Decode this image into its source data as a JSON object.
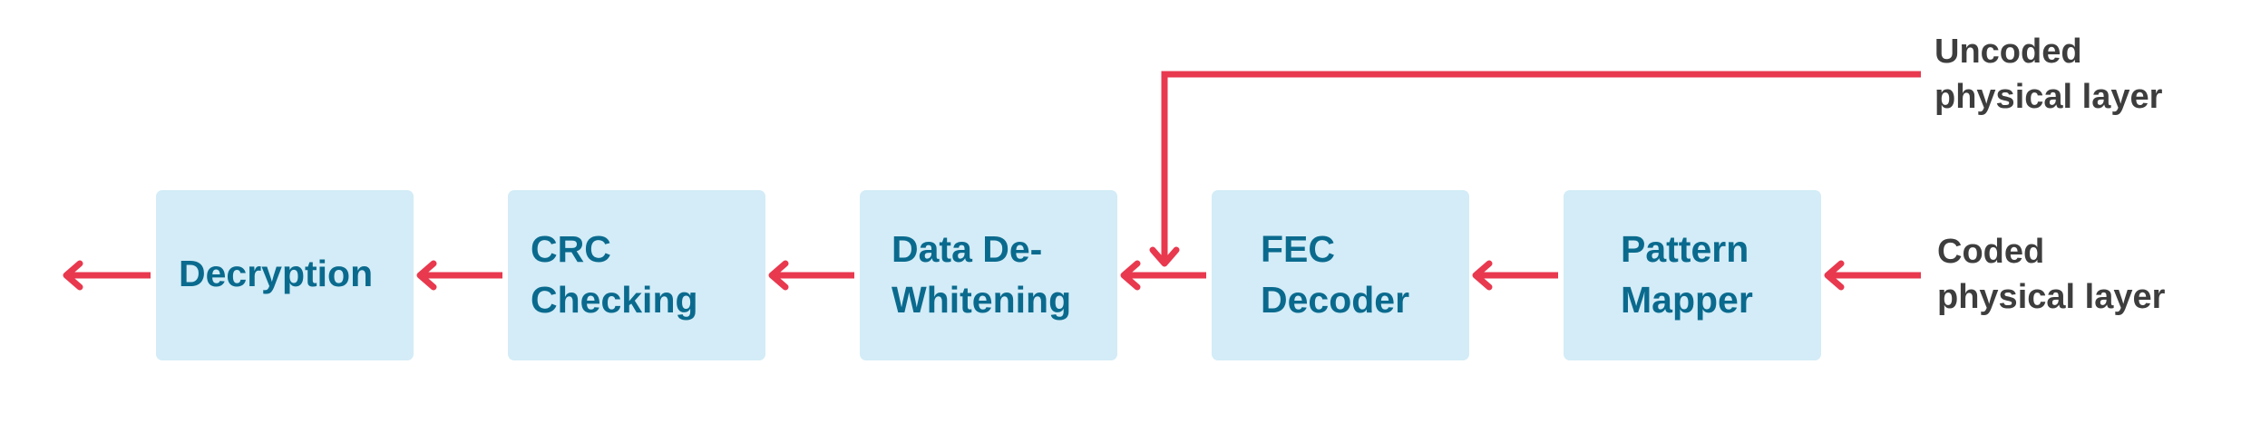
{
  "blocks": [
    {
      "id": "decryption",
      "lines": [
        "Decryption"
      ]
    },
    {
      "id": "crc-checking",
      "lines": [
        "CRC",
        "Checking"
      ]
    },
    {
      "id": "data-dewhitening",
      "lines": [
        "Data De-",
        "Whitening"
      ]
    },
    {
      "id": "fec-decoder",
      "lines": [
        "FEC",
        "Decoder"
      ]
    },
    {
      "id": "pattern-mapper",
      "lines": [
        "Pattern",
        "Mapper"
      ]
    }
  ],
  "inputs": {
    "uncoded": [
      "Uncoded",
      "physical layer"
    ],
    "coded": [
      "Coded",
      "physical layer"
    ]
  },
  "colors": {
    "block_fill": "#d3ecf7",
    "block_text": "#0a6a8e",
    "arrow": "#e8394f",
    "label_text": "#3d3d3d"
  }
}
